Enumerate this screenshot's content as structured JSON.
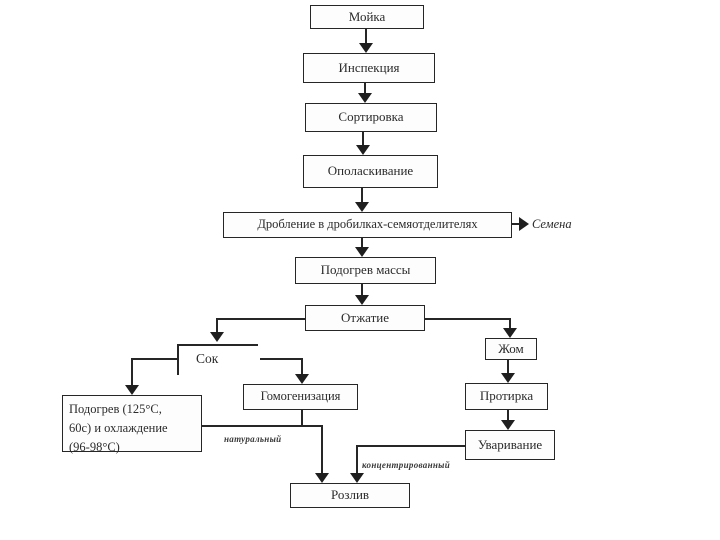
{
  "diagram": {
    "nodes": {
      "moyka": {
        "label": "Мойка"
      },
      "inspekciya": {
        "label": "Инспекция"
      },
      "sortirovka": {
        "label": "Сортировка"
      },
      "opolaskivanie": {
        "label": "Ополаскивание"
      },
      "droblenie": {
        "label": "Дробление в дробилках-семяотделителях"
      },
      "podogrev_massy": {
        "label": "Подогрев массы"
      },
      "otzhatie": {
        "label": "Отжатие"
      },
      "gomogenizaciya": {
        "label": "Гомогенизация"
      },
      "podogrev_ohlazhdenie": {
        "label": "Подогрев (125°С, 60с) и охлаждение (96-98°С)",
        "lines": [
          "Подогрев (125°С,",
          "60с) и охлаждение",
          "(96-98°С)"
        ]
      },
      "zhom": {
        "label": "Жом"
      },
      "protirka": {
        "label": "Протирка"
      },
      "uvarivanie": {
        "label": "Уваривание"
      },
      "rozliv": {
        "label": "Розлив"
      }
    },
    "labels": {
      "semena": "Семена",
      "sok": "Сок",
      "naturalnyj": "натуральный",
      "koncentrirovannyj": "концентрированный"
    },
    "colors": {
      "line": "#262626",
      "text": "#2b2b2b",
      "background": "#ffffff"
    }
  }
}
